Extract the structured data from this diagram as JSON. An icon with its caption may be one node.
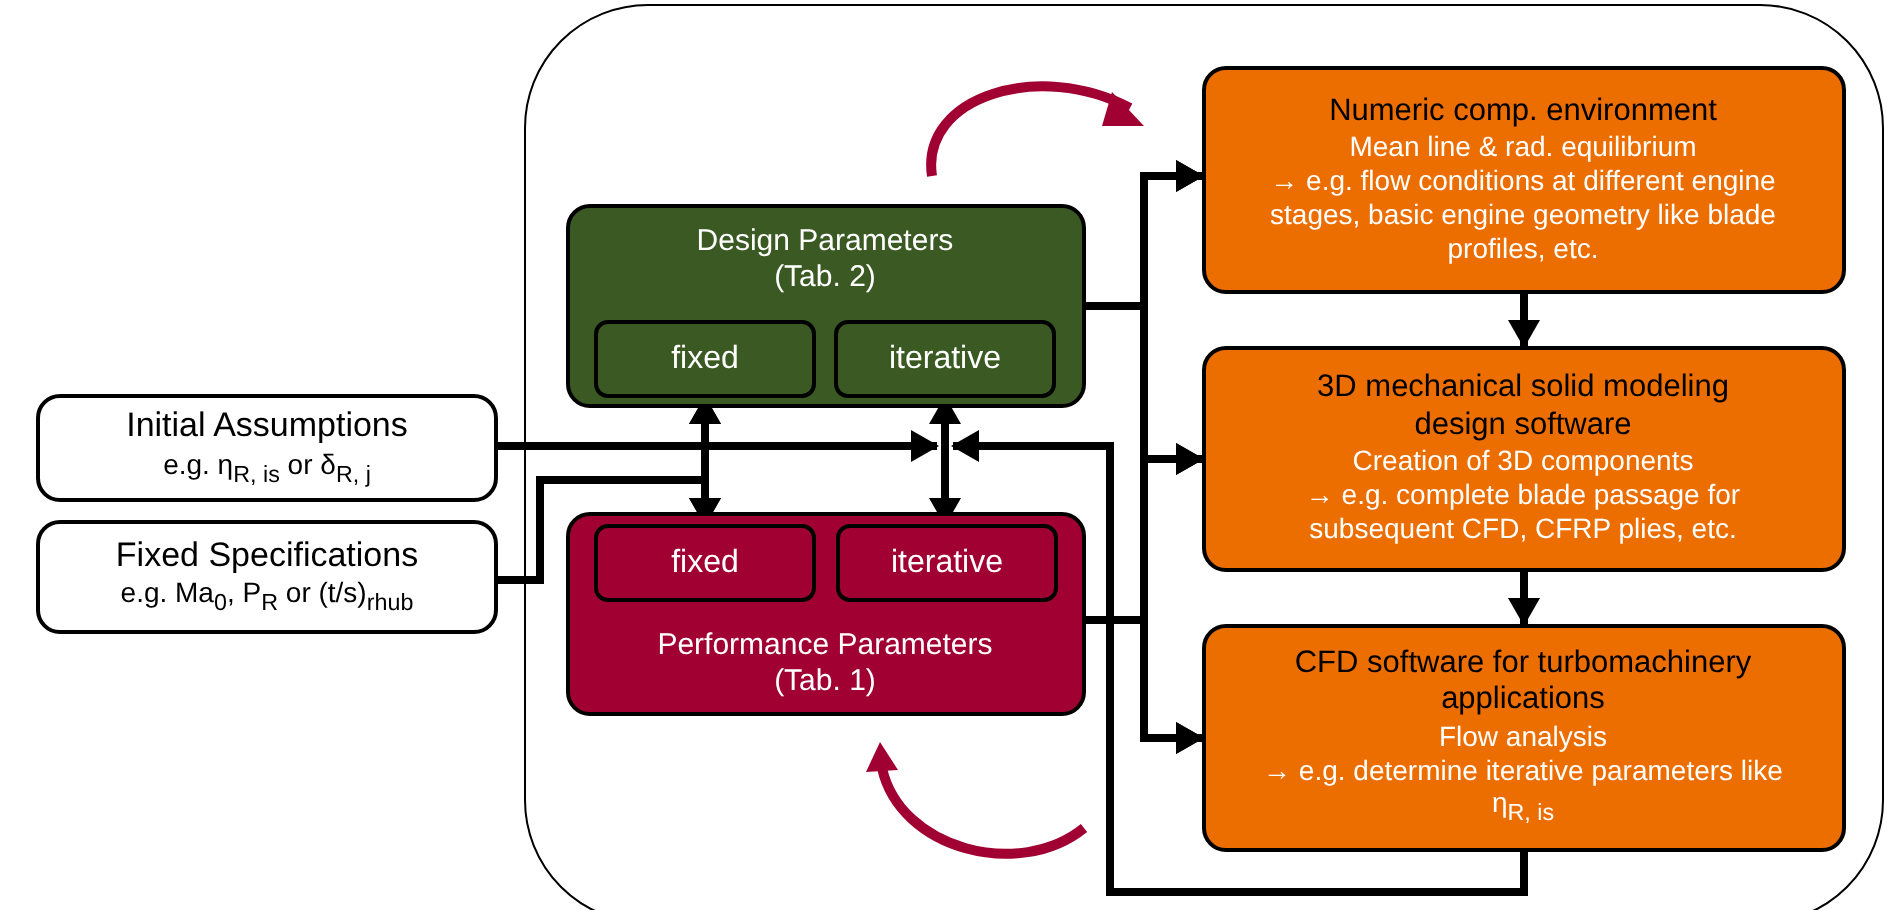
{
  "diagram": {
    "nodes": [
      {
        "text": [],
        "shape": "box"
      },
      {
        "text": [
          "Initial Assumptions",
          "e.g. η$_{R, is}$ or δ$_{R, j}$"
        ]
      },
      {
        "text": [
          "Fixed Specifications",
          "e.g. Ma$_{0}$, P$_{R}$ or (t/s)$_{r}$$_{hub}$"
        ]
      },
      {
        "text": [
          "Design Parameters (Tab. 2)"
        ],
        "in": 0
      },
      {
        "text": [
          "fixed"
        ],
        "in": 3
      },
      {
        "text": [
          "iterative"
        ],
        "in": 3
      },
      {
        "text": [
          "Performance Parameters (Tab. 1)"
        ],
        "in": 0
      },
      {
        "text": [
          "fixed"
        ],
        "in": 6
      },
      {
        "text": [
          "iterative"
        ],
        "in": 6
      },
      {
        "text": [
          "Numeric comp. environment",
          "Mean line & rad. equilibrium",
          "→ e.g. flow conditions at different engine stages, basic engine geometry like blade profiles, etc."
        ],
        "in": 0
      },
      {
        "text": [
          "3D mechanical solid modeling design software",
          "Creation of 3D components",
          "→ e.g. complete blade passage for subsequent CFD, CFRP plies, etc."
        ],
        "in": 0
      },
      {
        "text": [
          "CFD software for turbomachinery applications",
          "Flow analysis",
          "→ e.g. determine iterative parameters like η$_{R, is}$"
        ],
        "in": 0
      }
    ],
    "edges": [
      {
        "from": 1,
        "to": 5,
        "arrow": "to"
      },
      {
        "from": 2,
        "to": 4,
        "arrow": "to"
      },
      {
        "from": 2,
        "to": 7,
        "arrow": "to"
      },
      {
        "from": 4,
        "to": 7,
        "arrow": "both"
      },
      {
        "from": 5,
        "to": 8,
        "arrow": "both"
      },
      {
        "from": 3,
        "to": 9,
        "arrow": "to"
      },
      {
        "from": 3,
        "to": 10,
        "arrow": "to"
      },
      {
        "from": 3,
        "to": 11,
        "arrow": "to"
      },
      {
        "from": 6,
        "to": 9,
        "arrow": "to"
      },
      {
        "from": 6,
        "to": 10,
        "arrow": "to"
      },
      {
        "from": 6,
        "to": 11,
        "arrow": "to"
      },
      {
        "from": 9,
        "to": 10,
        "arrow": "to"
      },
      {
        "from": 10,
        "to": 11,
        "arrow": "to"
      },
      {
        "from": 11,
        "to": 5,
        "arrow": "to"
      }
    ]
  }
}
